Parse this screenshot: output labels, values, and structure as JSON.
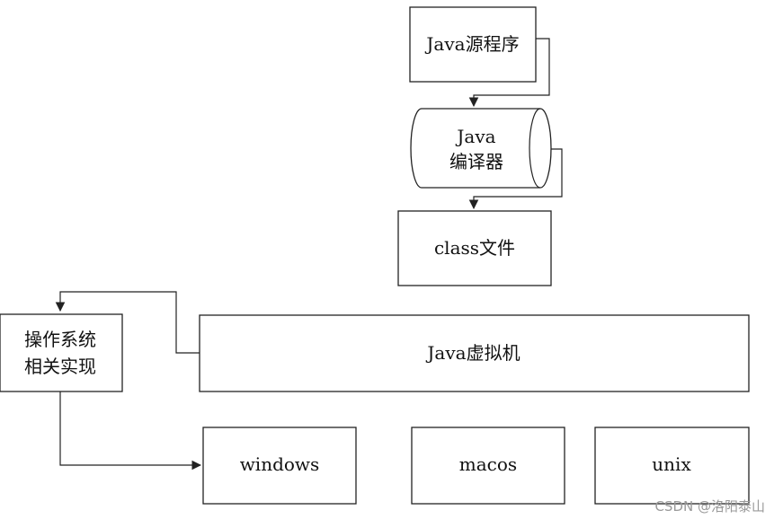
{
  "diagram": {
    "nodes": {
      "java_source": "Java源程序",
      "compiler_line1": "Java",
      "compiler_line2": "编译器",
      "class_file": "class文件",
      "jvm": "Java虚拟机",
      "os_line1": "操作系统",
      "os_line2": "相关实现",
      "windows": "windows",
      "macos": "macos",
      "unix": "unix"
    },
    "edges": [
      {
        "from": "Java源程序",
        "to": "Java 编译器"
      },
      {
        "from": "Java 编译器",
        "to": "class文件"
      },
      {
        "from": "Java虚拟机",
        "to": "操作系统 相关实现"
      },
      {
        "from": "操作系统 相关实现",
        "to": "windows"
      }
    ]
  },
  "watermark": "CSDN @洛阳泰山"
}
